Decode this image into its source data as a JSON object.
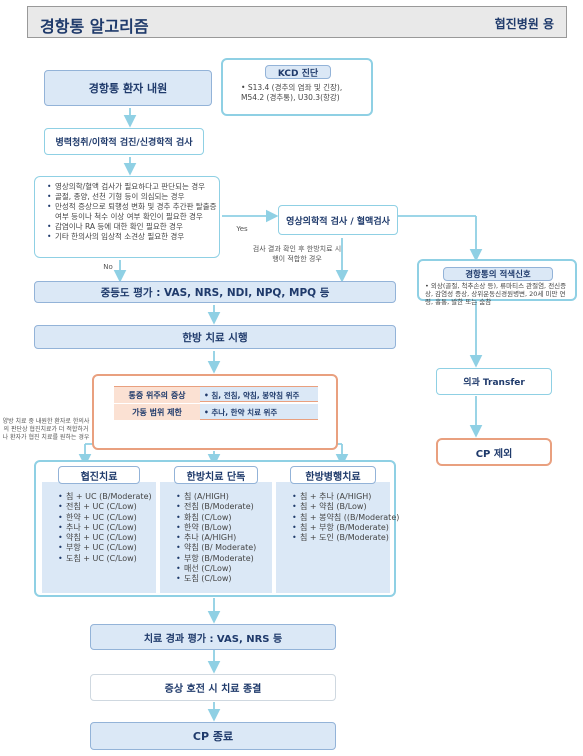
{
  "header": {
    "title": "경항통 알고리즘",
    "subtitle": "협진병원 용"
  },
  "kcd": {
    "title": "KCD 진단",
    "item": "S13.4 (경추의 염좌 및 긴장), M54.2 (경추통), U30.3(항강)"
  },
  "steps": {
    "patient": "경항통 환자 내원",
    "history": "병력청취/이학적 검진/신경학적 검사",
    "imaging": "영상의학적 검사 / 혈액검사",
    "severity": "중등도 평가 : VAS, NRS, NDI, NPQ, MPQ 등",
    "treatment": "한방 치료 시행",
    "eval": "치료 경과 평가 : VAS, NRS 등",
    "end": "증상 호전 시 치료 종결",
    "cp_end": "CP 종료"
  },
  "criteria": [
    "영상의학/혈액 검사가 필요하다고 판단되는 경우",
    "골절, 종양, 선천 기형 등이 의심되는 경우",
    "만성적 증상으로 퇴행성 변화 및 경추 추간판 탈출증 여부 등이나 척수 이상 여부 확인이 필요한 경우",
    "감염이나 RA 등에 대한 확인 필요한 경우",
    "기타 한의사의 임상적 소견상 필요한 경우"
  ],
  "labels": {
    "yes": "Yes",
    "no": "No",
    "after_test": "검사 결과 확인 후 한방치료 시행이 적합한 경우",
    "side_note": "양방 치료 중 내원한 환자로 한의사의 판단상 협진치료가 더 적합하거나 환자가 협진 치료를 원하는 경우"
  },
  "redflag": {
    "title": "경항통의 적색신호",
    "text": "외상(골절, 척추손상 등), 류마티스 관절염, 전신증상, 감염성 증상, 상위운동신경원병변, 20세 미만 연령, 흉통, 발한 또는 숨참"
  },
  "transfer": "의과 Transfer",
  "cp_exclude": "CP 제외",
  "symptoms": {
    "row1_label": "통증 위주의 증상",
    "row1_value": "침, 전침, 약침, 봉약침 위주",
    "row2_label": "가동 범위 제한",
    "row2_value": "추나, 한약 치료 위주"
  },
  "columns": [
    {
      "title": "협진치료",
      "items": [
        "침 + UC (B/Moderate)",
        "전침 + UC (C/Low)",
        "한약 + UC (C/Low)",
        "추나 + UC (C/Low)",
        "약침 + UC (C/Low)",
        "부항 + UC (C/Low)",
        "도침 + UC (C/Low)"
      ]
    },
    {
      "title": "한방치료 단독",
      "items": [
        "침 (A/HIGH)",
        "전침 (B/Moderate)",
        "화침 (C/Low)",
        "한약 (B/Low)",
        "추나 (A/HIGH)",
        "약침 (B/ Moderate)",
        "부항 (B/Moderate)",
        "매선 (C/Low)",
        "도침 (C/Low)"
      ]
    },
    {
      "title": "한방병행치료",
      "items": [
        "침 + 추나 (A/HIGH)",
        "침 + 약침 (B/Low)",
        "침 + 봉약침 ((B/Moderate)",
        "침 + 부항 (B/Moderate)",
        "침 + 도인 (B/Moderate)"
      ]
    }
  ]
}
